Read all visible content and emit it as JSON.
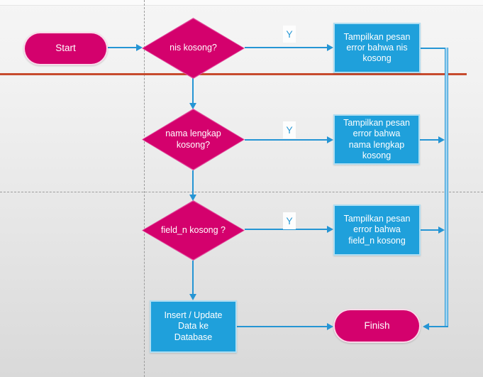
{
  "nodes": {
    "start": "Start",
    "decision1": "nis kosong?",
    "process1": "Tampilkan pesan error bahwa nis kosong",
    "decision2": "nama lengkap kosong?",
    "process2": "Tampilkan pesan error bahwa nama lengkap kosong",
    "decision3": "field_n kosong ?",
    "process3": "Tampilkan pesan error bahwa field_n kosong",
    "process4": "Insert / Update Data ke Database",
    "finish": "Finish"
  },
  "edge_labels": {
    "y1": "Y",
    "y2": "Y",
    "y3": "Y"
  },
  "colors": {
    "shape_magenta": "#d4016d",
    "shape_blue": "#1fa0db",
    "connector_blue": "#2595d4",
    "guide_gray": "#9c9c9c",
    "divider_red": "#c74b2e",
    "shape_text": "#ffffff"
  }
}
